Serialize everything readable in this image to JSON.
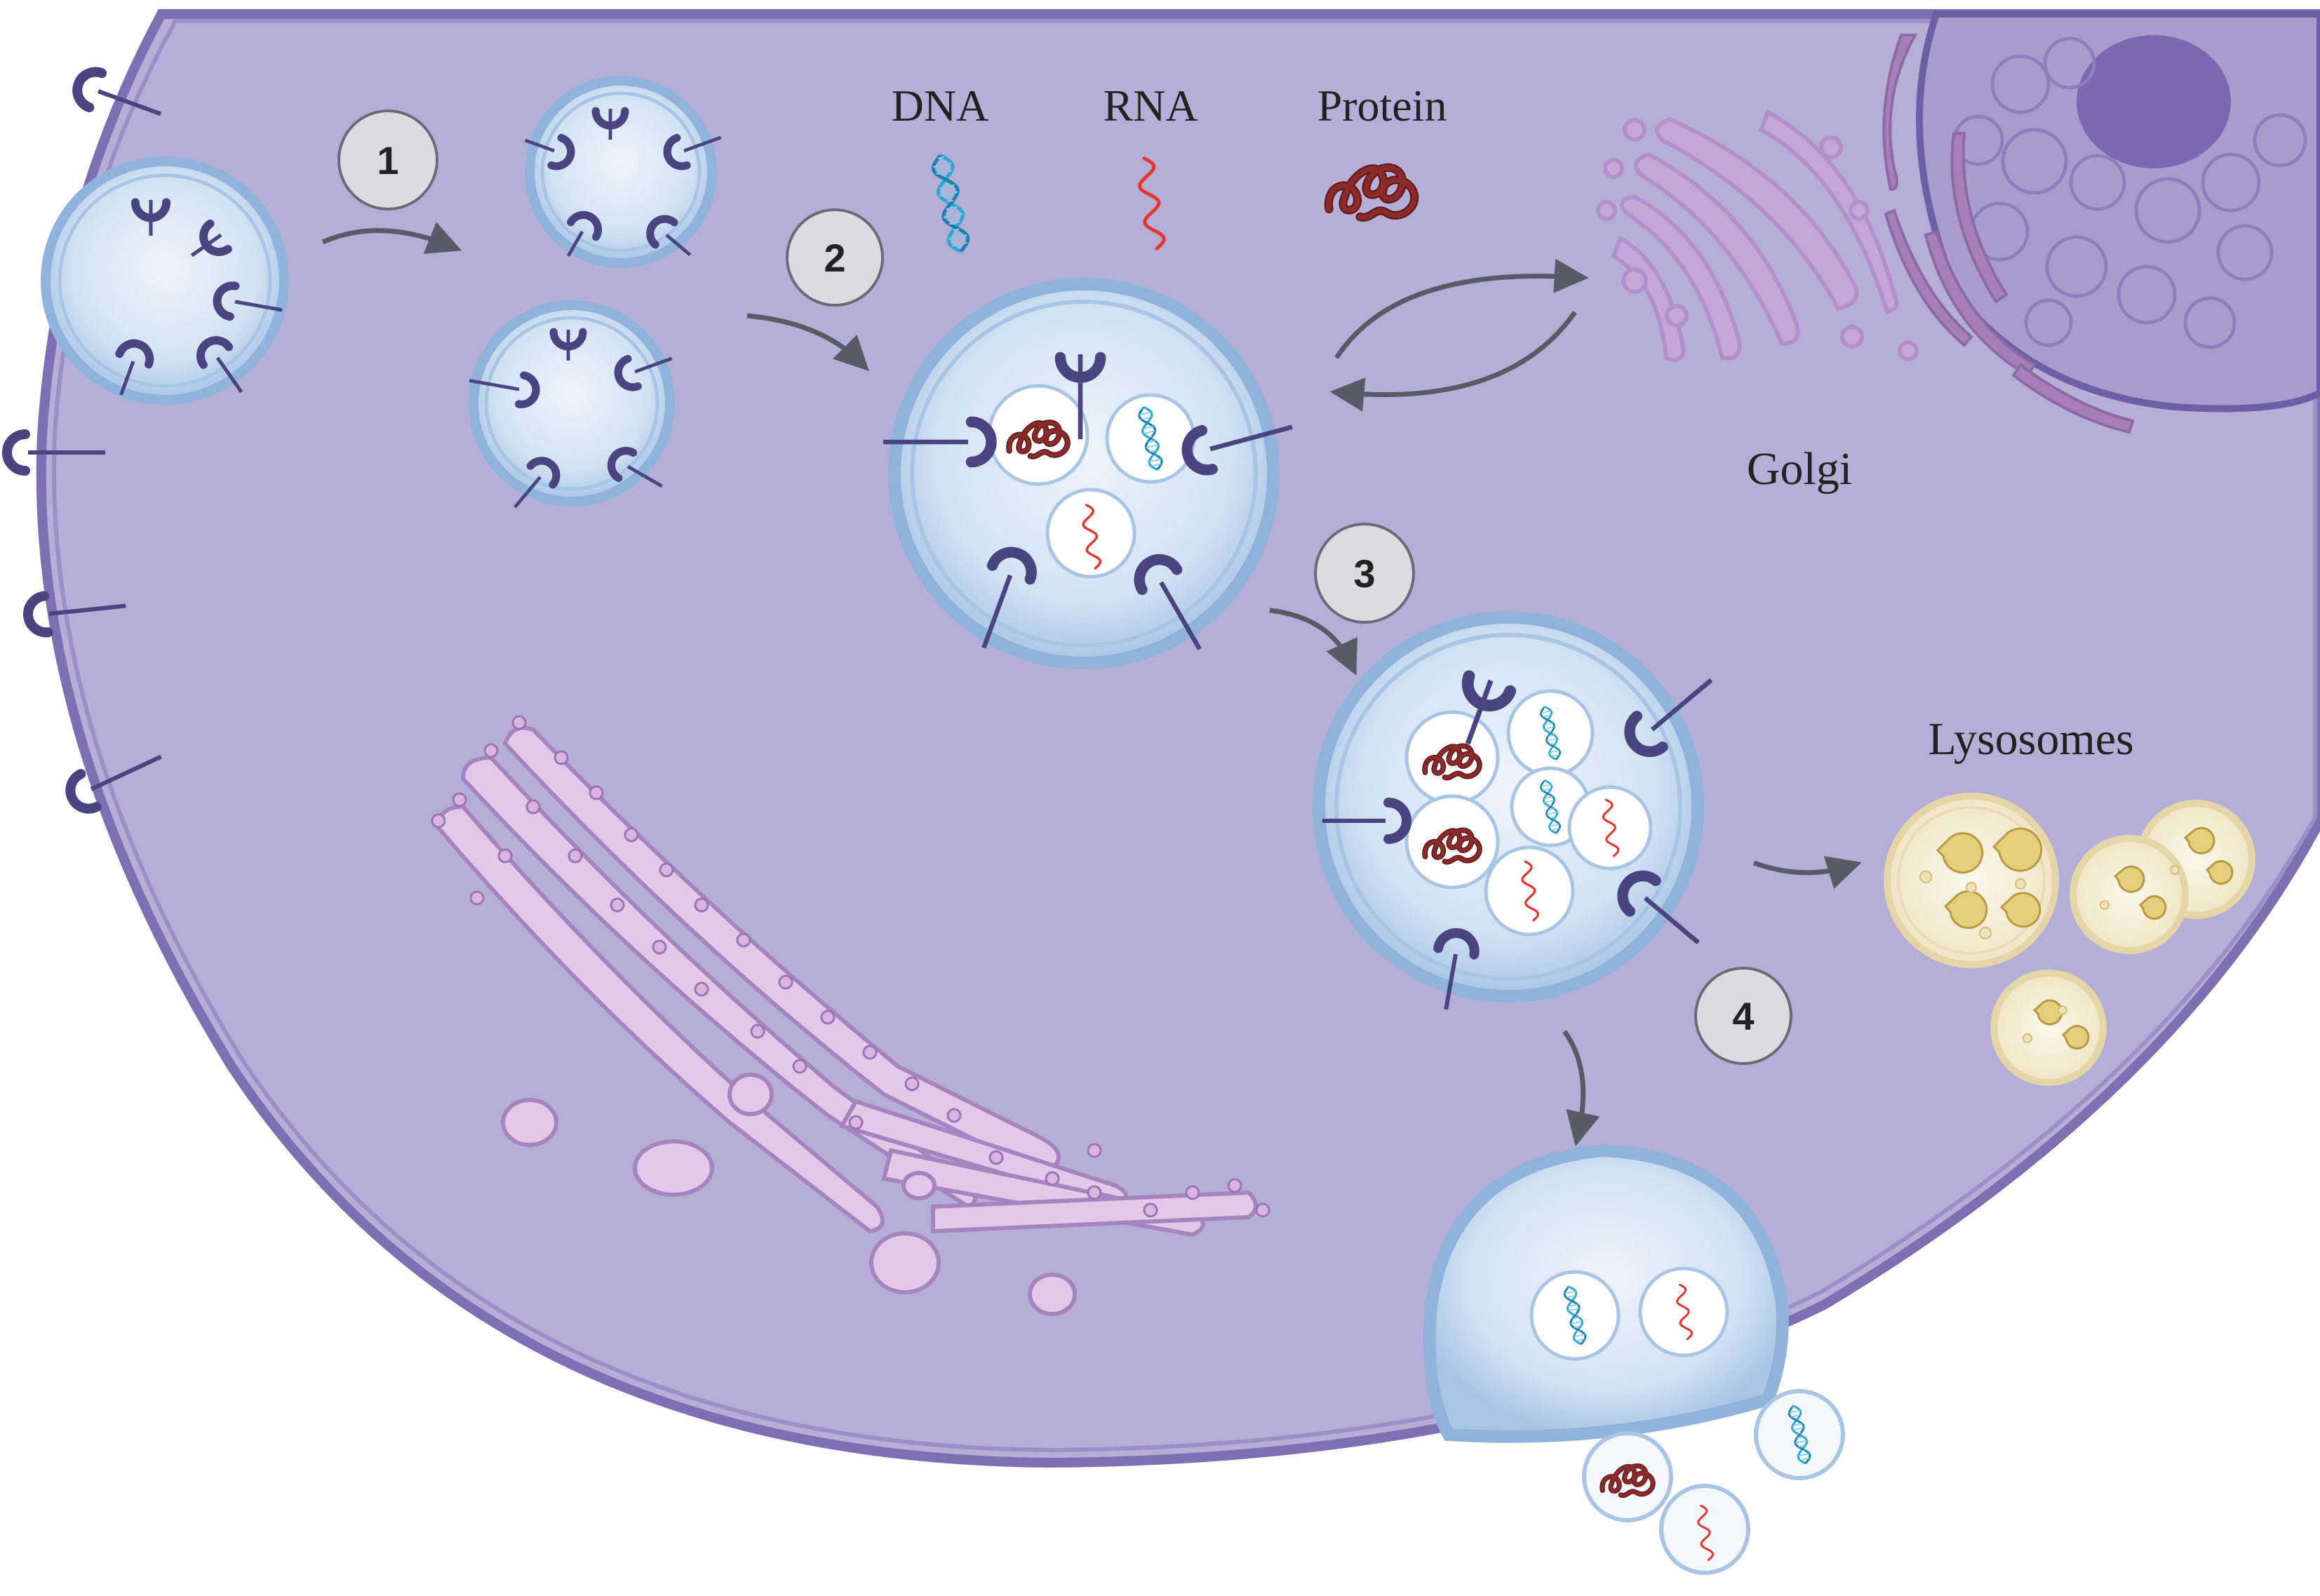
{
  "labels": {
    "dna": "DNA",
    "rna": "RNA",
    "protein": "Protein",
    "golgi": "Golgi",
    "lysosomes": "Lysosomes"
  },
  "steps": [
    "1",
    "2",
    "3",
    "4"
  ],
  "colors": {
    "background": "#ffffff",
    "cytoplasm": "#b5aed6",
    "cell_membrane": "#7e6fb2",
    "vesicle_fill": "#c9dcf0",
    "vesicle_rim": "#8fb3da",
    "receptor": "#4a4580",
    "dna": "#2aa6cf",
    "rna": "#e2362f",
    "protein": "#8b2a2a",
    "golgi": "#c7a6d9",
    "er": "#e2c9ea",
    "lysosome": "#f6efd9",
    "step_circle": "#dcdbe1",
    "arrow": "#5a5a66"
  },
  "icons": [
    "receptor-icon",
    "dna-icon",
    "rna-icon",
    "protein-icon",
    "arrow-icon"
  ]
}
